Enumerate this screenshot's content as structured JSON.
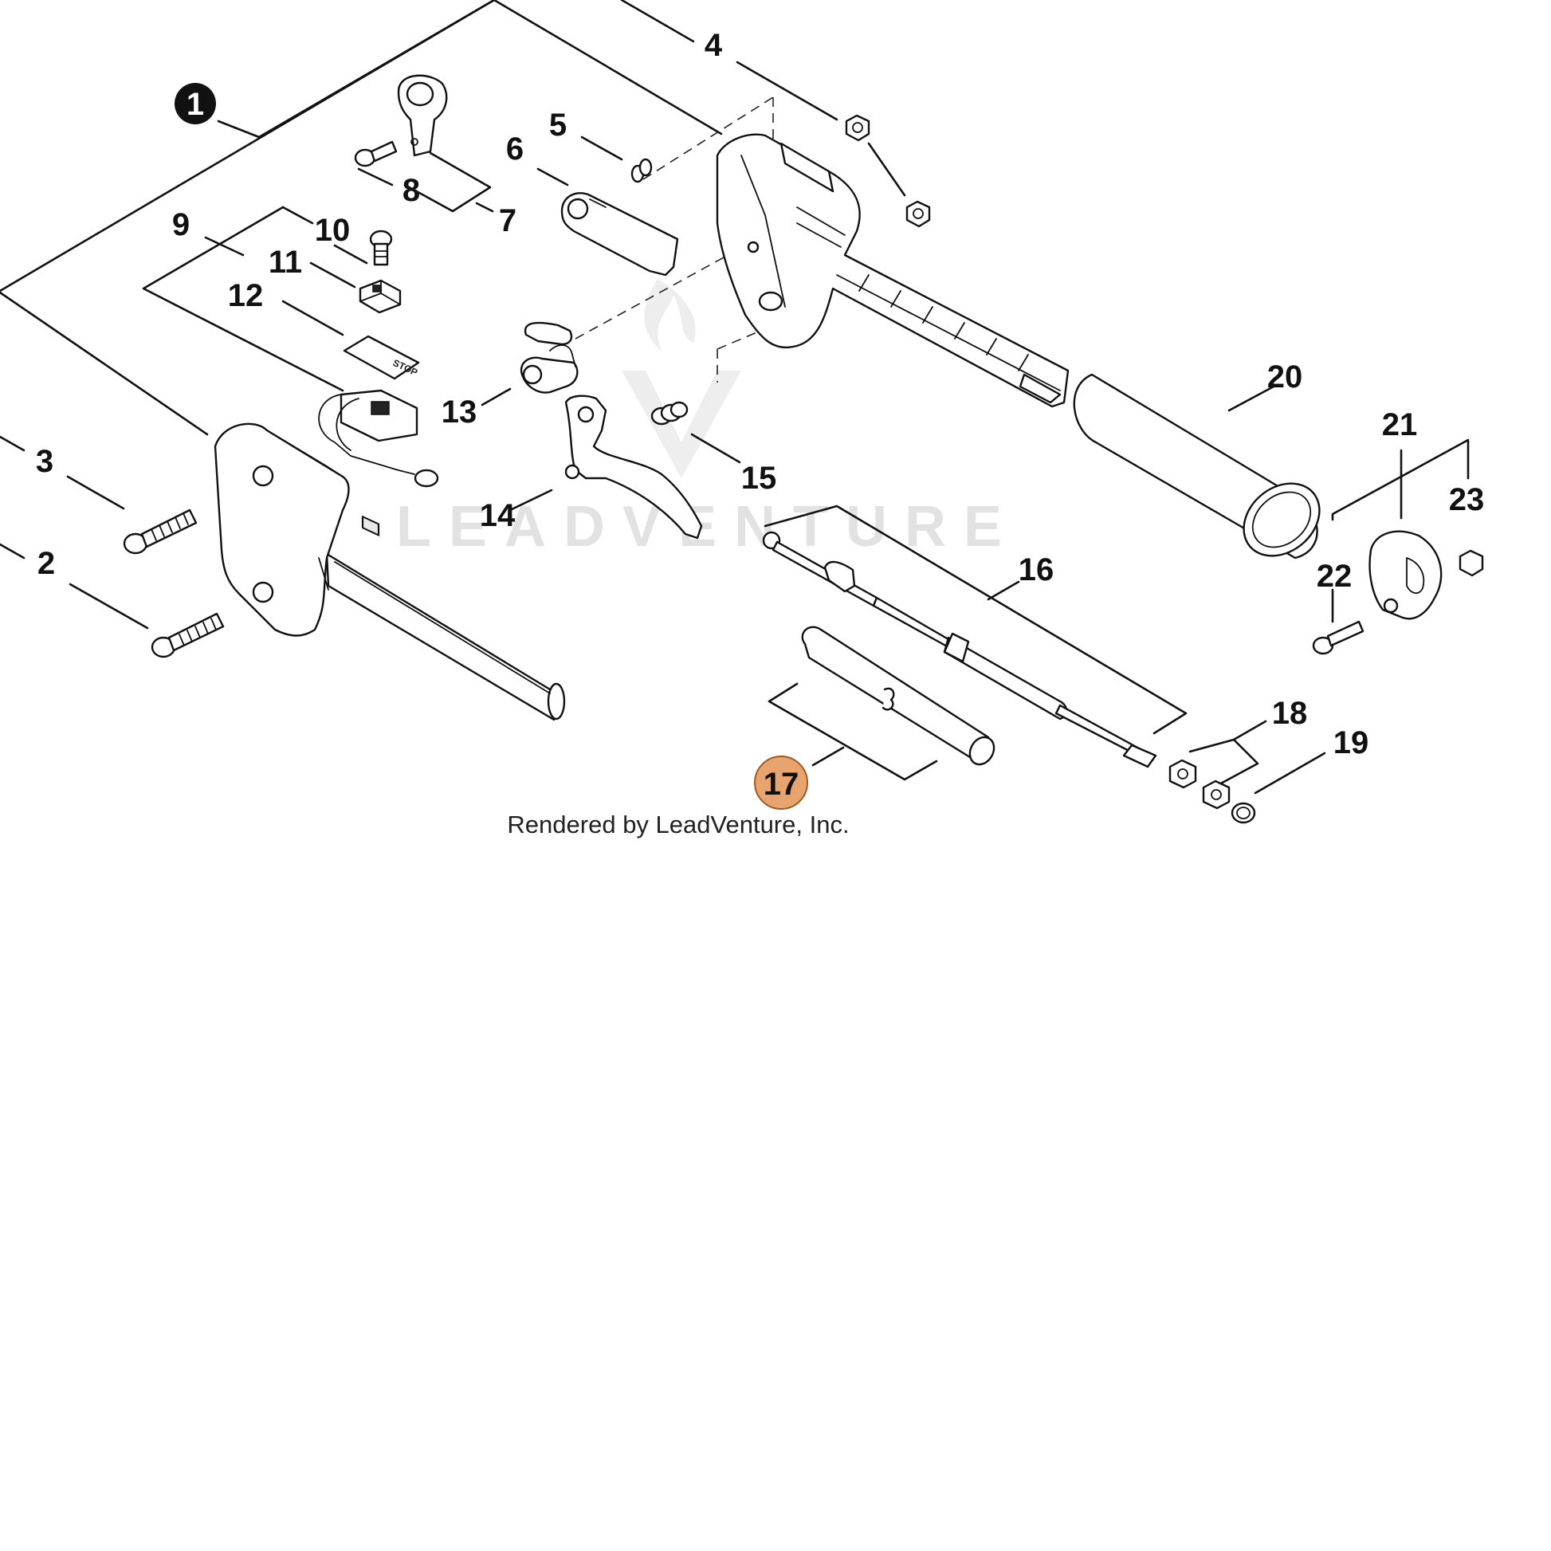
{
  "diagram": {
    "watermark": "LEADVENTURE",
    "credit": "Rendered by LeadVenture, Inc.",
    "sticker_label": "STOP",
    "highlight_color": "#e8a46e",
    "marker_color": "#111111",
    "callouts": [
      {
        "id": "1",
        "label": "1",
        "style": "filled-black"
      },
      {
        "id": "2",
        "label": "2"
      },
      {
        "id": "3",
        "label": "3"
      },
      {
        "id": "4",
        "label": "4"
      },
      {
        "id": "5",
        "label": "5"
      },
      {
        "id": "6",
        "label": "6"
      },
      {
        "id": "7",
        "label": "7"
      },
      {
        "id": "8",
        "label": "8"
      },
      {
        "id": "9",
        "label": "9"
      },
      {
        "id": "10",
        "label": "10"
      },
      {
        "id": "11",
        "label": "11"
      },
      {
        "id": "12",
        "label": "12"
      },
      {
        "id": "13",
        "label": "13"
      },
      {
        "id": "14",
        "label": "14"
      },
      {
        "id": "15",
        "label": "15"
      },
      {
        "id": "16",
        "label": "16"
      },
      {
        "id": "17",
        "label": "17",
        "style": "highlighted"
      },
      {
        "id": "18",
        "label": "18"
      },
      {
        "id": "19",
        "label": "19"
      },
      {
        "id": "20",
        "label": "20"
      },
      {
        "id": "21",
        "label": "21"
      },
      {
        "id": "22",
        "label": "22"
      },
      {
        "id": "23",
        "label": "23"
      }
    ]
  }
}
